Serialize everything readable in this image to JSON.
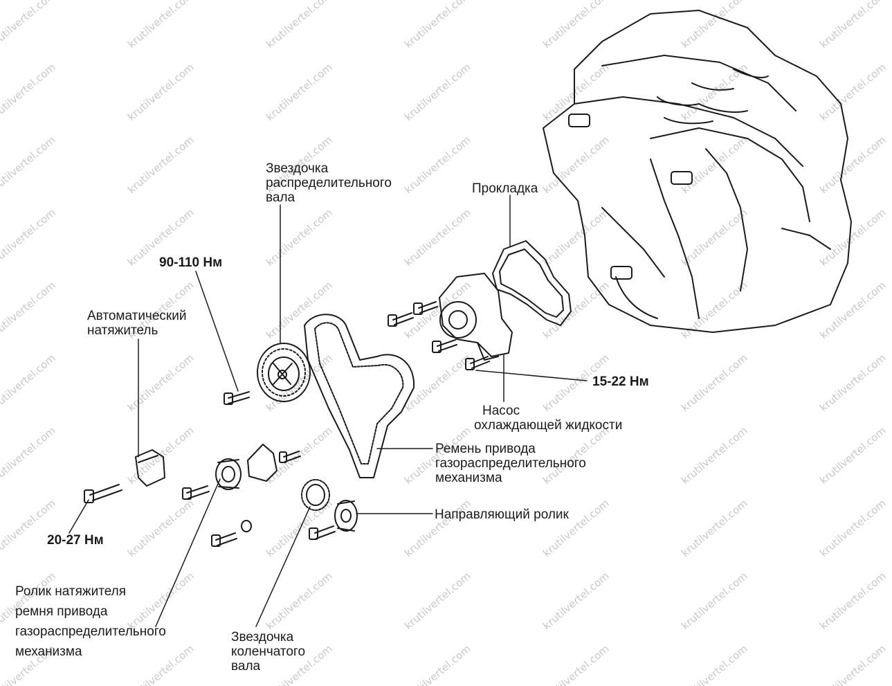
{
  "watermark": "krutilvertel.com",
  "labels": {
    "camshaft_sprocket": [
      "Звездочка",
      "распределительного",
      "вала"
    ],
    "gasket": "Прокладка",
    "torque_camshaft": "90-110 Нм",
    "auto_tensioner": [
      "Автоматический",
      "натяжитель"
    ],
    "torque_pump": "15-22 Нм",
    "coolant_pump": [
      "Насос",
      "охлаждающей жидкости"
    ],
    "timing_belt": [
      "Ремень привода",
      "газораспределительного",
      "механизма"
    ],
    "idler_pulley": "Направляющий ролик",
    "torque_tensioner": "20-27 Нм",
    "tensioner_pulley": [
      "Ролик натяжителя",
      "ремня привода",
      "газораспределительного",
      "механизма"
    ],
    "crank_sprocket": [
      "Звездочка",
      "коленчатого",
      "вала"
    ]
  },
  "colors": {
    "line": "#1a1a1a",
    "watermark": "#c8c8c8",
    "background": "#ffffff"
  }
}
